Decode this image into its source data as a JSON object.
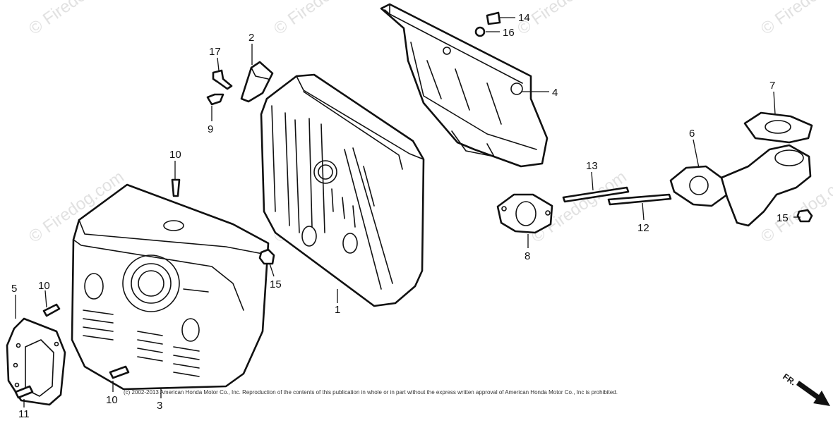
{
  "watermark": "© Firedog.com",
  "copyright": "(c) 2002-2013 American Honda Motor Co., Inc. Reproduction of the contents of this publication in whole or in part without the express written approval of American Honda Motor Co., Inc is prohibited.",
  "direction_marker": "FR.",
  "callouts": {
    "c1": "1",
    "c2": "2",
    "c3": "3",
    "c4": "4",
    "c5": "5",
    "c6": "6",
    "c7": "7",
    "c8": "8",
    "c9": "9",
    "c10a": "10",
    "c10b": "10",
    "c10c": "10",
    "c11": "11",
    "c12": "12",
    "c13": "13",
    "c14": "14",
    "c15a": "15",
    "c15b": "15",
    "c16": "16",
    "c17": "17"
  }
}
